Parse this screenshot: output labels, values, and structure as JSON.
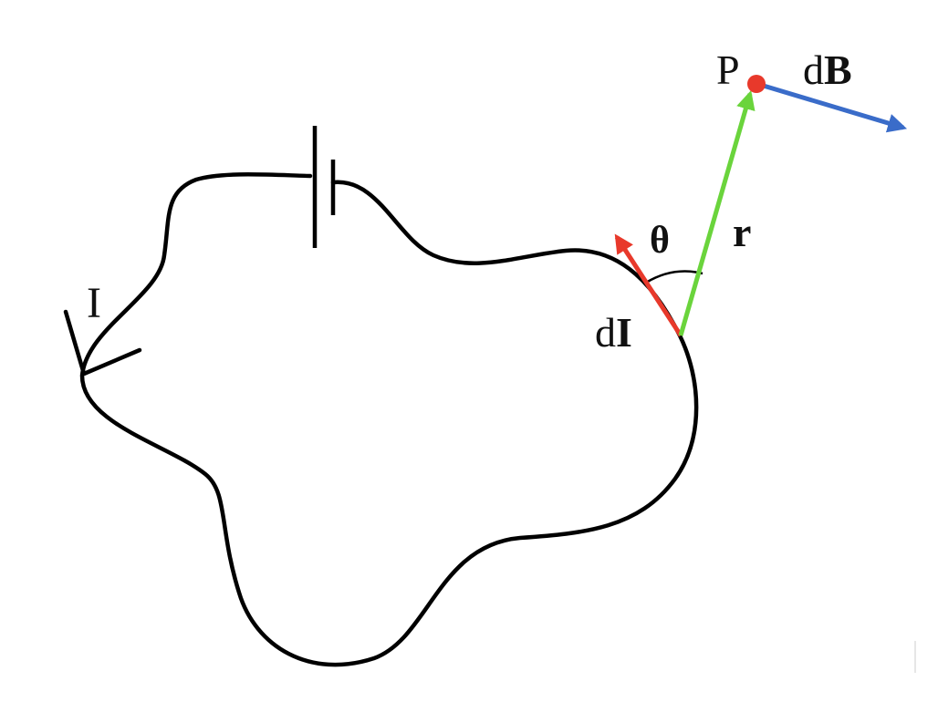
{
  "labels": {
    "current": "I",
    "current_element_prefix": "d",
    "current_element_symbol": "I",
    "angle": "θ",
    "position_vector": "r",
    "point": "P",
    "field_element_prefix": "d",
    "field_element_symbol": "B"
  },
  "colors": {
    "wire": "#000000",
    "current_element": "#e8392b",
    "position_vector": "#6ad43c",
    "field_element": "#3a6cc9",
    "point": "#e8392b",
    "text": "#111111"
  }
}
